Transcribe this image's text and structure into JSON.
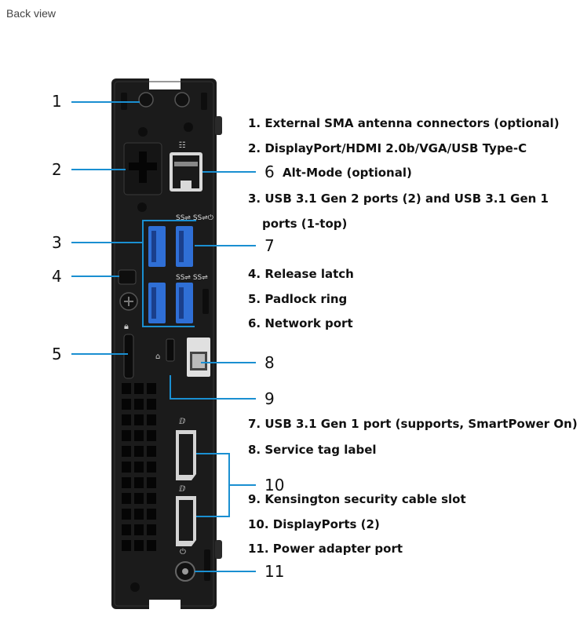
{
  "heading": "Back view",
  "callouts": [
    "1",
    "2",
    "3",
    "4",
    "5",
    "6",
    "7",
    "8",
    "9",
    "10",
    "11"
  ],
  "descriptions": [
    "1. External SMA antenna connectors (optional)",
    "2. DisplayPort/HDMI 2.0b/VGA/USB Type-C",
    "Alt-Mode (optional)",
    "3. USB 3.1 Gen 2 ports (2) and USB 3.1 Gen 1",
    "ports (1-top)",
    "4. Release latch",
    "5. Padlock ring",
    "6. Network port",
    "7. USB 3.1 Gen 1 port (supports, SmartPower On)",
    "8. Service tag label",
    "9. Kensington security cable slot",
    "10. DisplayPorts (2)",
    "11. Power adapter port"
  ],
  "colors": {
    "leader": "#1a8fd1",
    "chassis": "#1b1b1b",
    "usb": "#2f6fd6"
  },
  "icons": [
    "sma-antenna-icon",
    "network-port-icon",
    "usb-port-icon",
    "displayport-icon",
    "power-port-icon",
    "padlock-icon"
  ]
}
